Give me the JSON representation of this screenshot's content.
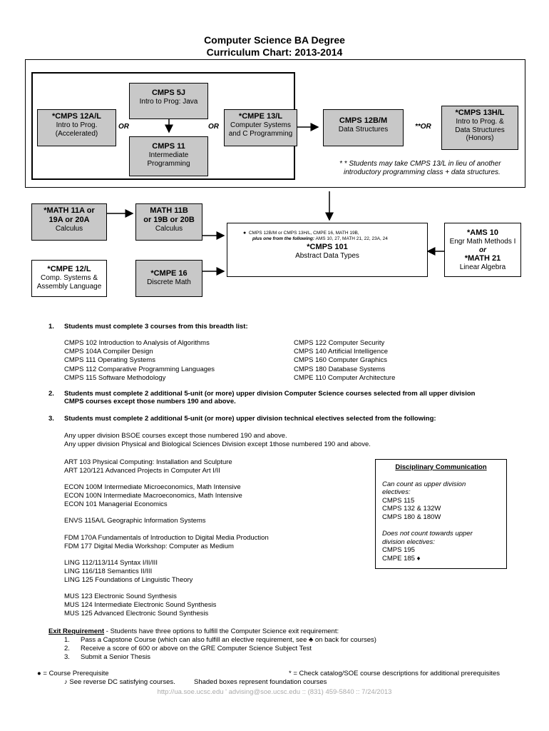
{
  "title": {
    "line1": "Computer Science BA Degree",
    "line2": "Curriculum Chart: 2013-2014"
  },
  "chart": {
    "cmps5j": {
      "code": "CMPS 5J",
      "name": "Intro to Prog: Java"
    },
    "cmps12al": {
      "code": "*CMPS 12A/L",
      "name1": "Intro to Prog.",
      "name2": "(Accelerated)"
    },
    "cmps11": {
      "code": "CMPS 11",
      "name1": "Intermediate",
      "name2": "Programming"
    },
    "cmpe13l": {
      "code": "*CMPE 13/L",
      "name1": "Computer Systems",
      "name2": "and C Programming"
    },
    "cmps12bm": {
      "code": "CMPS 12B/M",
      "name": "Data Structures"
    },
    "cmps13hl": {
      "code": "*CMPS 13H/L",
      "name1": "Intro to Prog. &",
      "name2": "Data Structures",
      "name3": "(Honors)"
    },
    "or_left": "OR",
    "or_right": "OR",
    "or_far": "**OR",
    "note1": "* * Students may take CMPS 13/L in lieu of another",
    "note2": "introductory programming class + data structures.",
    "math11a": {
      "code1": "*MATH 11A or",
      "code2": "19A or 20A",
      "name": "Calculus"
    },
    "math11b": {
      "code1": "MATH 11B",
      "code2": "or 19B or 20B",
      "name": "Calculus"
    },
    "cmps101": {
      "bullet1": "CMPS 12B/M or CMPS 13H/L, CMPE 16, MATH 19B,",
      "bullet2a": "plus one from the following:",
      "bullet2b": " AMS 10, 27, MATH 21, 22, 23A, 24",
      "code": "*CMPS 101",
      "name": "Abstract Data Types"
    },
    "ams10": {
      "code": "*AMS 10",
      "name": "Engr Math Methods I",
      "or": "or",
      "code2": "*MATH 21",
      "name2": "Linear Algebra"
    },
    "cmpe12l": {
      "code": "*CMPE 12/L",
      "name1": "Comp. Systems &",
      "name2": "Assembly Language"
    },
    "cmpe16": {
      "code": "*CMPE 16",
      "name": "Discrete Math"
    }
  },
  "req1": {
    "num": "1.",
    "heading": "Students must complete 3 courses from this breadth list:",
    "left": [
      "CMPS 102 Introduction to Analysis of Algorithms",
      "CMPS 104A Compiler Design",
      "CMPS 111 Operating Systems",
      "CMPS 112 Comparative Programming Languages",
      "CMPS 115 Software Methodology"
    ],
    "right": [
      "CMPS 122 Computer Security",
      "CMPS 140 Artificial Intelligence",
      "CMPS 160 Computer Graphics",
      "CMPS 180 Database Systems",
      "CMPE 110 Computer Architecture"
    ]
  },
  "req2": {
    "num": "2.",
    "line1": "Students must complete 2 additional 5-unit (or more) upper division Computer Science courses selected from all upper division",
    "line2": "CMPS courses except those numbers 190 and above."
  },
  "req3": {
    "num": "3.",
    "heading": "Students must complete 2 additional 5-unit (or more) upper division technical electives selected from the following:",
    "any1": "Any upper division BSOE courses except those numbered 190 and above.",
    "any2": "Any upper division Physical and Biological Sciences Division except 1those numbered 190 and above.",
    "groups": [
      [
        "ART 103 Physical Computing: Installation and Sculpture",
        "ART 120/121 Advanced Projects in Computer Art I/II"
      ],
      [
        "ECON 100M Intermediate Microeconomics, Math Intensive",
        "ECON 100N Intermediate Macroeconomics, Math Intensive",
        "ECON 101 Managerial Economics"
      ],
      [
        "ENVS 115A/L Geographic Information Systems"
      ],
      [
        "FDM 170A Fundamentals of Introduction to Digital Media Production",
        "FDM 177 Digital Media Workshop: Computer as Medium"
      ],
      [
        "LING 112/113/114 Syntax I/II/III",
        "LING 116/118 Semantics II/III",
        "LING 125 Foundations of Linguistic Theory"
      ],
      [
        "MUS 123 Electronic Sound Synthesis",
        "MUS 124 Intermediate Electronic Sound Synthesis",
        "MUS 125 Advanced Electronic Sound Synthesis"
      ]
    ]
  },
  "dc": {
    "title": "Disciplinary Communication",
    "can_head1": "Can count as upper division",
    "can_head2": "electives:",
    "can": [
      "CMPS 115",
      "CMPS 132 & 132W",
      "CMPS 180 & 180W"
    ],
    "cannot_head1": "Does not count towards upper",
    "cannot_head2": "division electives:",
    "cannot": [
      "CMPS 195",
      "CMPE 185 ♦"
    ]
  },
  "exit": {
    "label": "Exit Requirement",
    "text": " - Students have three options to fulfill the Computer Science exit requirement:",
    "options": [
      {
        "num": "1.",
        "text": "Pass a Capstone Course (which can also fulfill an elective requirement, see ♣ on back for courses)"
      },
      {
        "num": "2.",
        "text": "Receive a score of 600 or above on the GRE Computer Science Subject Test"
      },
      {
        "num": "3.",
        "text": "Submit a Senior Thesis"
      }
    ]
  },
  "legend": {
    "prereq": "● = Course Prerequisite",
    "star": "* = Check catalog/SOE course descriptions for additional prerequisites",
    "dc": "♪ See reverse DC satisfying courses.",
    "shaded": "Shaded boxes represent foundation courses"
  },
  "footer": "http://ua.soe.ucsc.edu ' advising@soe.ucsc.edu :: (831) 459-5840 :: 7/24/2013"
}
